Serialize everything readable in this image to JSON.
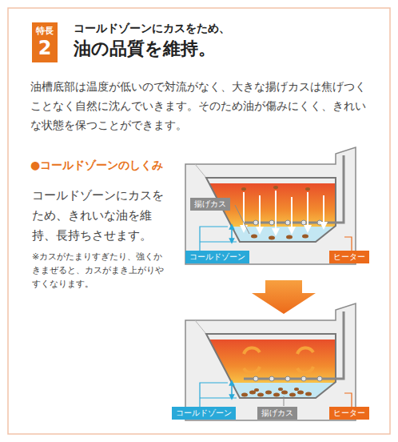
{
  "diagram": {
    "title": "油の品質を維持。",
    "nodes": [
      {
        "text": [
          "特長",
          "2"
        ]
      },
      {
        "text": [
          "揚げカス"
        ]
      },
      {
        "text": [
          "コールドゾーン"
        ]
      },
      {
        "text": [
          "ヒーター"
        ]
      },
      {
        "text": [
          "コールドゾーン"
        ]
      },
      {
        "text": [
          "揚げカス"
        ]
      },
      {
        "text": [
          "ヒーター"
        ]
      }
    ],
    "labels": [
      "コールドゾーンにカスをため、",
      "油槽底部は温度が低いので対流がなく、大きな揚げカスは焦げつくことなく自然に沈んでいきます。そのため油が傷みにくく、きれいな状態を保つことができます。",
      "●コールドゾーンのしくみ",
      "コールドゾーンにカスをため、きれいな油を維持、長持ちさせます。",
      "※カスがたまりすぎたり、強くかきまぜると、カスがまき上がりやすくなります。"
    ]
  }
}
